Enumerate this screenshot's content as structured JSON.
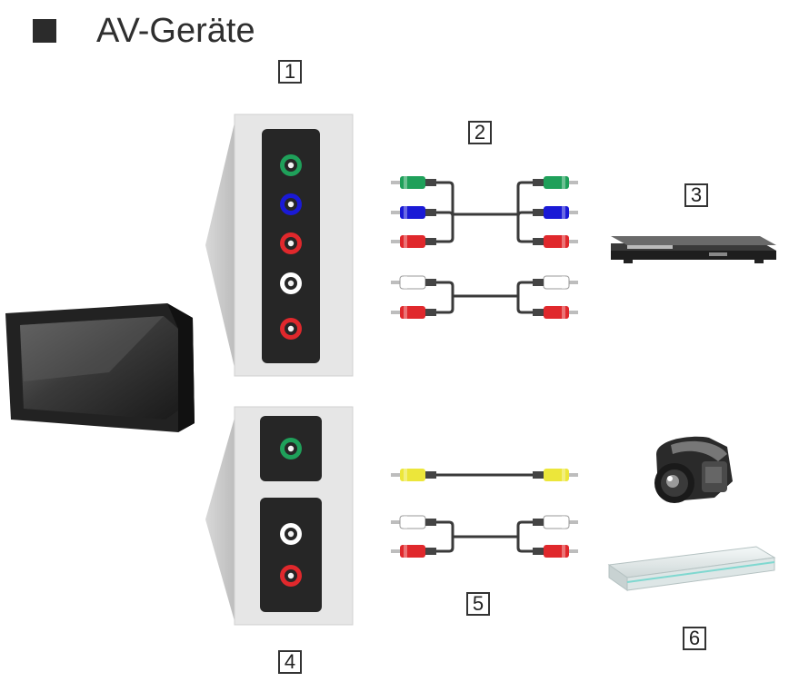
{
  "heading": {
    "title": "AV-Geräte"
  },
  "callouts": [
    "1",
    "2",
    "3",
    "4",
    "5",
    "6"
  ],
  "colors": {
    "green": "#1fa05a",
    "blue": "#1a1ad6",
    "red": "#e0282c",
    "white": "#ffffff",
    "yellow": "#ece63a",
    "panel": "#e6e6e6",
    "jack_strip": "#262626"
  },
  "panel_top": {
    "jacks": [
      "green",
      "blue",
      "red",
      "white",
      "red"
    ]
  },
  "panel_bottom": {
    "jacks_upper": [
      "green"
    ],
    "jacks_lower": [
      "white",
      "red"
    ]
  },
  "cables": {
    "component": [
      "green",
      "blue",
      "red"
    ],
    "audio_top": [
      "white",
      "red"
    ],
    "video": [
      "yellow"
    ],
    "audio_bottom": [
      "white",
      "red"
    ]
  },
  "devices": [
    "tv-icon",
    "dvd-player-icon",
    "camcorder-icon",
    "game-console-icon"
  ]
}
